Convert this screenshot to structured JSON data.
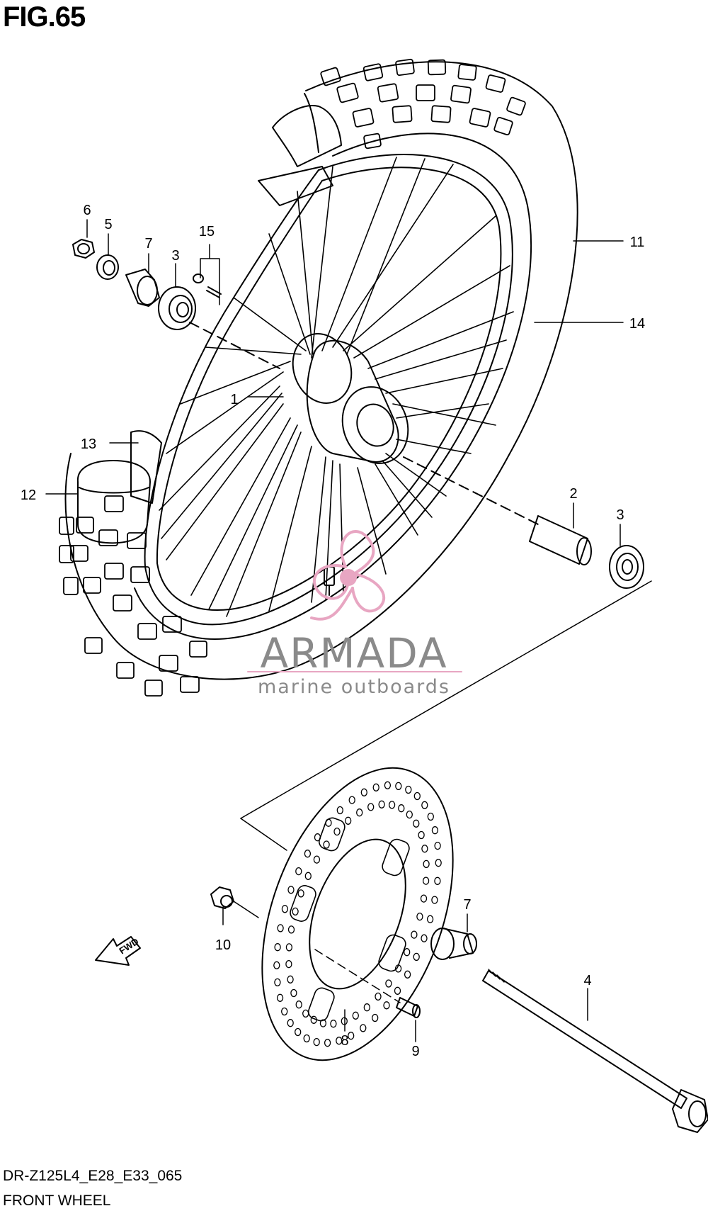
{
  "figure": {
    "title": "FIG.65",
    "model_code": "DR-Z125L4_E28_E33_065",
    "name": "FRONT WHEEL"
  },
  "callouts": [
    "1",
    "2",
    "3",
    "3",
    "4",
    "5",
    "6",
    "7",
    "7",
    "8",
    "9",
    "10",
    "11",
    "12",
    "13",
    "14",
    "15"
  ],
  "direction_indicator": {
    "label": "FWD",
    "icon": "arrow-left-icon"
  },
  "watermark": {
    "brand": "ARMADA",
    "tagline": "marine outboards",
    "colors": {
      "text": "#8a8a8a",
      "logo": "#e8a6c2"
    }
  }
}
